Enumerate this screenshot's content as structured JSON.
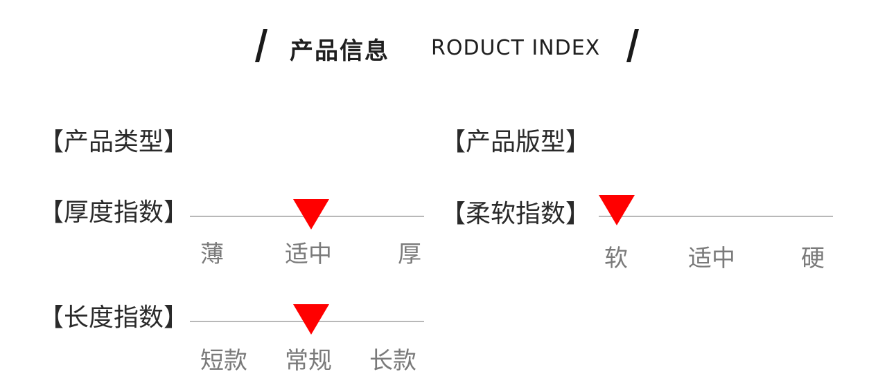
{
  "header": {
    "title_cn": "产品信息",
    "title_en": "RODUCT INDEX"
  },
  "sections": {
    "product_type": {
      "label": "【产品类型】"
    },
    "product_fit": {
      "label": "【产品版型】"
    },
    "thickness": {
      "label": "【厚度指数】",
      "scale": [
        "薄",
        "适中",
        "厚"
      ],
      "selected_index": 1
    },
    "softness": {
      "label": "【柔软指数】",
      "scale": [
        "软",
        "适中",
        "硬"
      ],
      "selected_index": 0
    },
    "length": {
      "label": "【长度指数】",
      "scale": [
        "短款",
        "常规",
        "长款"
      ],
      "selected_index": 1
    }
  },
  "colors": {
    "marker": "#ff0000",
    "track": "#b8b8b8",
    "tick_text": "#7a7a7a"
  }
}
